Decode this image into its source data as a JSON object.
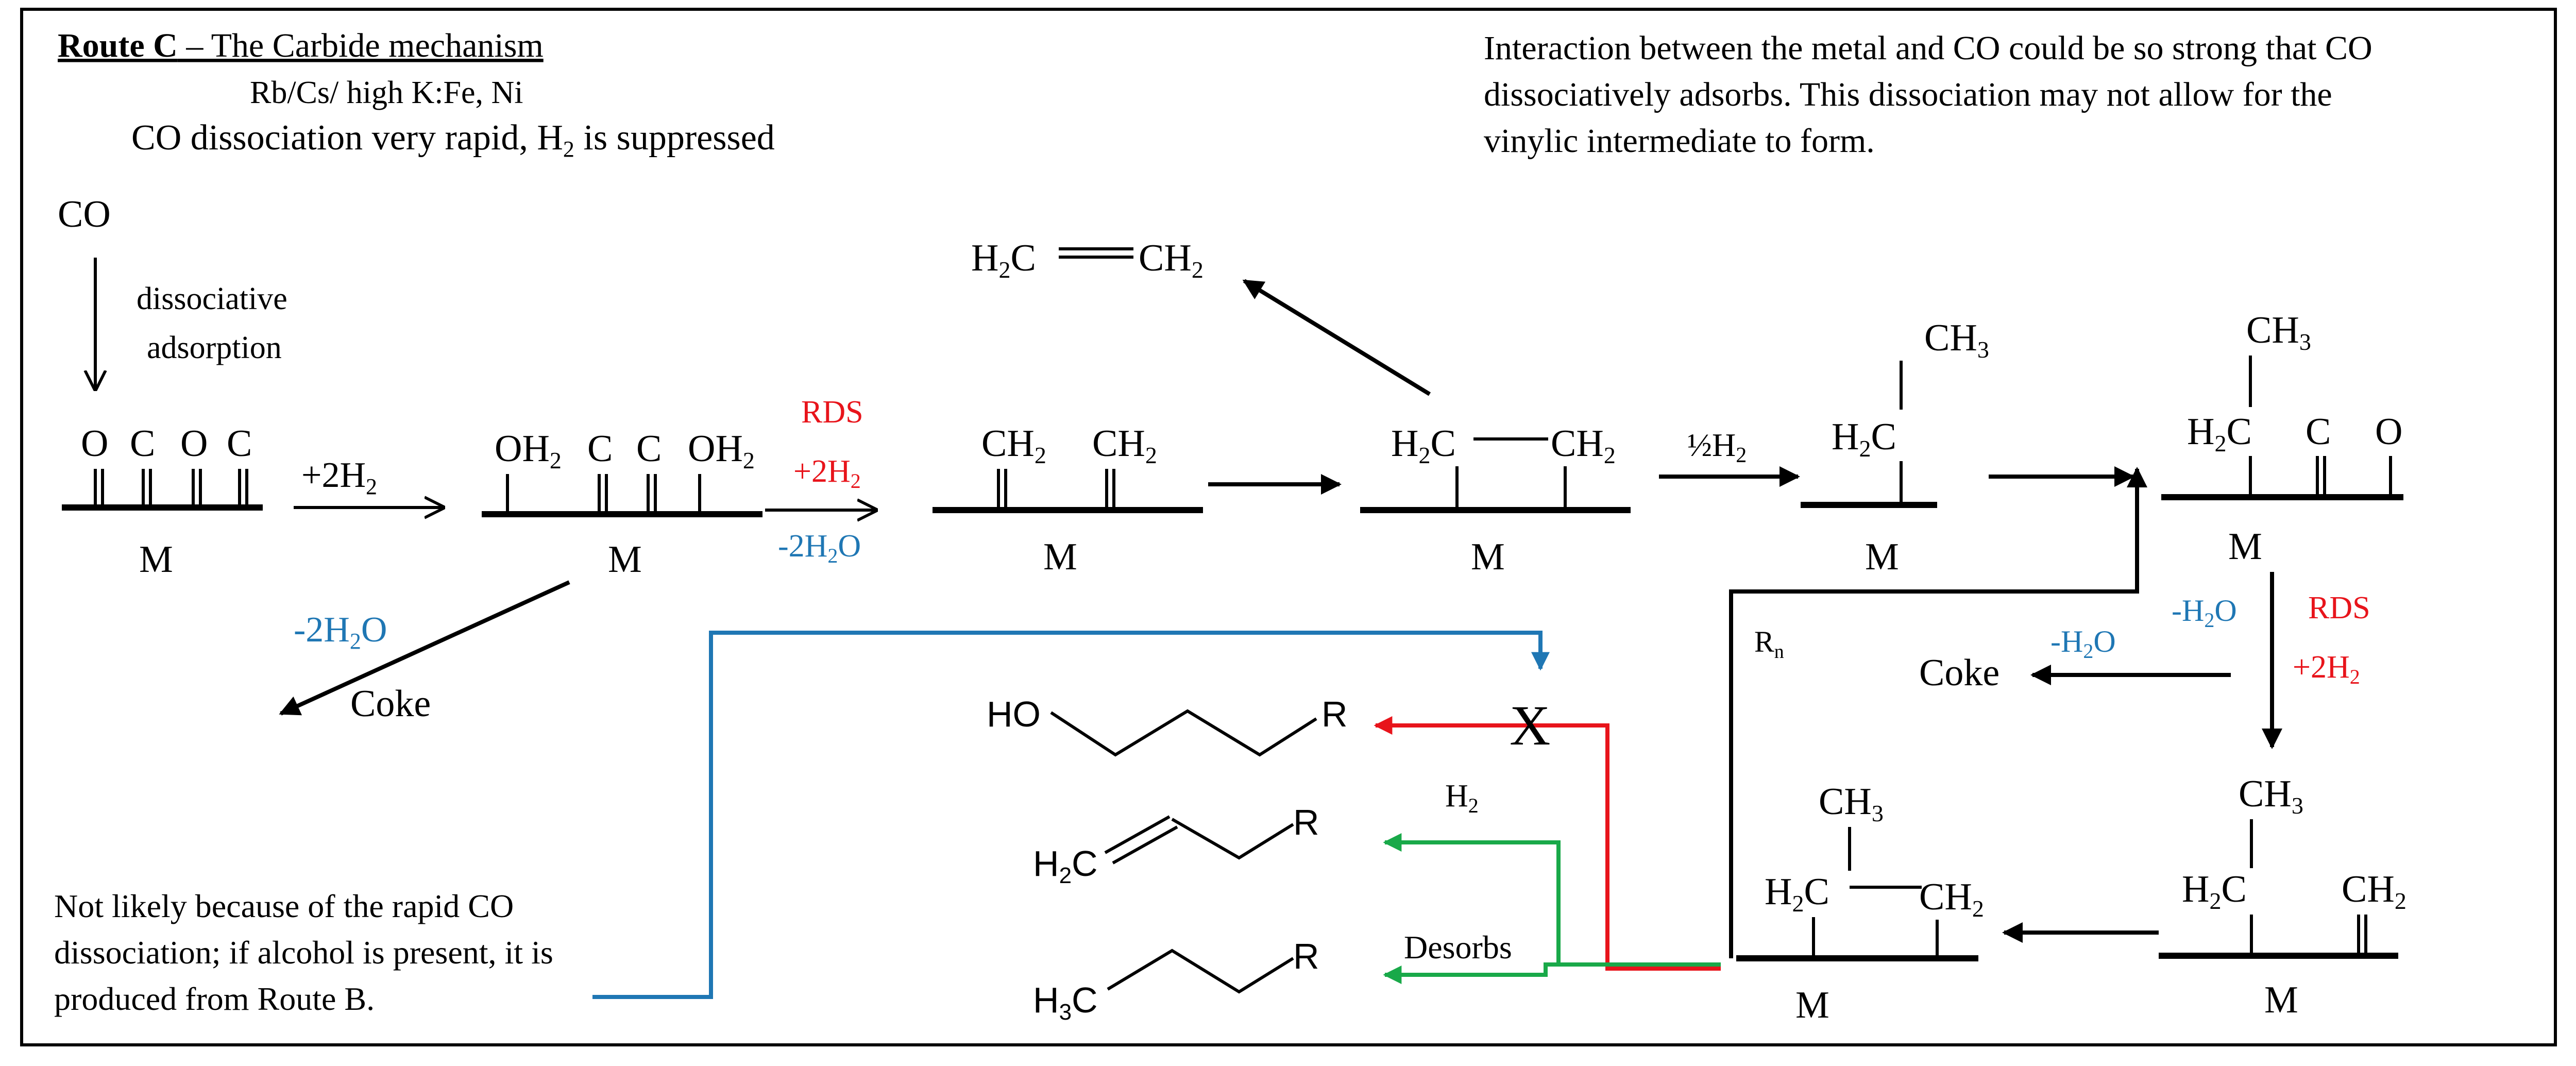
{
  "colors": {
    "line": "#000000",
    "red": "#e8141b",
    "blue": "#1f77b4",
    "green": "#19a949"
  },
  "header": {
    "route": "Route C",
    "dash": " – The Carbide mechanism",
    "catalysts": "Rb/Cs/ high K:Fe, Ni",
    "line3_a": "CO dissociation very rapid, H",
    "line3_sub": "2",
    "line3_b": " is suppressed"
  },
  "note_top": {
    "line1": "Interaction between the metal and CO could be so strong that CO",
    "line2": "dissociatively adsorbs. This dissociation may not allow for the",
    "line3": "vinylic intermediate to form."
  },
  "note_bottom": {
    "line1": "Not likely because of the rapid CO",
    "line2": "dissociation; if alcohol is present, it is",
    "line3": "produced from Route B."
  },
  "labels": {
    "co": "CO",
    "dissociative": "dissociative",
    "adsorption": "adsorption",
    "metal": "M",
    "O": "O",
    "C": "C",
    "OH": "OH",
    "H": "H",
    "CH": "CH",
    "plus2": "+2H",
    "minus2": "-2H",
    "minus_h2o": "-H",
    "h2o_tail": "O",
    "sub2": "2",
    "sub3": "3",
    "half": "½H",
    "rds": "RDS",
    "coke": "Coke",
    "desorbs": "Desorbs",
    "rn": "R",
    "rn_sub": "n",
    "x_mark": "X",
    "HO": "HO",
    "R": "R"
  }
}
